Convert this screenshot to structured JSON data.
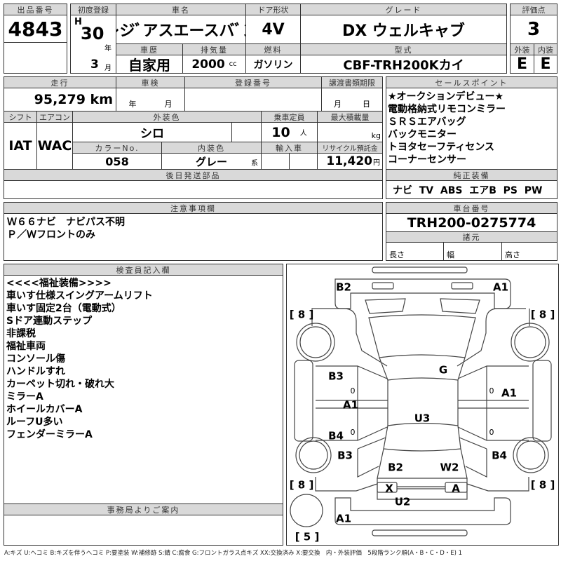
{
  "lot": {
    "label": "出品番号",
    "value": "4843"
  },
  "first_reg": {
    "label": "初度登録",
    "era": "H",
    "year": "30",
    "year_unit": "年",
    "month": "3",
    "month_unit": "月"
  },
  "car_name": {
    "label": "車名",
    "value": "レジﾞアスエースバﾞン"
  },
  "door": {
    "label": "ドア形状",
    "value": "4V"
  },
  "grade": {
    "label": "グレード",
    "value": "DX ウェルキャブ"
  },
  "score": {
    "label": "評価点",
    "value": "3",
    "exterior_label": "外装",
    "interior_label": "内装",
    "exterior": "E",
    "interior": "E"
  },
  "history": {
    "label": "車歴",
    "value": "自家用"
  },
  "displacement": {
    "label": "排気量",
    "value": "2000",
    "unit": "cc"
  },
  "fuel": {
    "label": "燃料",
    "value": "ガソリン"
  },
  "model": {
    "label": "型式",
    "value": "CBF-TRH200Kカイ"
  },
  "mileage": {
    "label": "走行",
    "value": "95,279 km"
  },
  "inspection": {
    "label": "車検",
    "year_unit": "年",
    "month_unit": "月"
  },
  "reg_no": {
    "label": "登録番号",
    "value": ""
  },
  "transfer": {
    "label": "譲渡書類期限",
    "month_unit": "月",
    "day_unit": "日"
  },
  "shift": {
    "label": "シフト",
    "value": "IAT"
  },
  "ac": {
    "label": "エアコン",
    "value": "WAC"
  },
  "ext_color": {
    "label": "外装色",
    "value": "シロ"
  },
  "capacity": {
    "label": "乗車定員",
    "value": "10",
    "unit": "人"
  },
  "max_load": {
    "label": "最大積載量",
    "unit": "kg"
  },
  "color_no": {
    "label": "カラーNo.",
    "value": "058"
  },
  "int_color": {
    "label": "内装色",
    "value": "グレー",
    "unit": "系"
  },
  "import": {
    "label": "輸入車"
  },
  "recycle": {
    "label": "リサイクル預託金",
    "value": "11,420",
    "unit": "円"
  },
  "later_parts": {
    "label": "後日発送部品"
  },
  "sales_points": {
    "label": "セールスポイント",
    "items": [
      "★オークションデビュー★",
      "電動格納式リモコンミラー",
      "ＳＲＳエアバッグ",
      "バックモニター",
      "トヨタセーフティセンス",
      "コーナーセンサー"
    ]
  },
  "equipment": {
    "label": "純正装備",
    "value": "ナビ  TV  ABS  エアB  PS  PW"
  },
  "notes": {
    "label": "注意事項欄",
    "lines": [
      "Ｗ６６ナビ　ナビパス不明",
      "Ｐ／Ｗフロントのみ"
    ]
  },
  "chassis": {
    "label": "車台番号",
    "value": "TRH200-0275774"
  },
  "specs": {
    "label": "諸元",
    "length": "長さ",
    "width": "幅",
    "height": "高さ"
  },
  "inspector": {
    "label": "検査員記入欄",
    "lines": [
      "<<<<福祉装備>>>>",
      "車いす仕様スイングアームリフト",
      "車いす固定2台（電動式）",
      "Sドア連動ステップ",
      "非課税",
      "福祉車両",
      "コンソール傷",
      "ハンドルすれ",
      "カーペット切れ・破れ大",
      "ミラーA",
      "ホイールカバーA",
      "ルーフU多い",
      "フェンダーミラーA"
    ]
  },
  "office": {
    "label": "事務局よりご案内"
  },
  "diagram": {
    "marks": [
      "B2",
      "A1",
      "G",
      "B3",
      "A1",
      "A1",
      "U3",
      "B4",
      "B3",
      "B4",
      "B2",
      "W2",
      "X",
      "A",
      "U2",
      "A1"
    ],
    "tires": [
      "[ 8 ]",
      "[ 8 ]",
      "[ 8 ]",
      "[ 8 ]",
      "[ 5 ]"
    ],
    "zeros": [
      "0",
      "0",
      "0",
      "0"
    ]
  },
  "legend": "A:キズ U:ヘコミ B:キズを伴うヘコミ P:要塗装 W:補修跡 S:錆 C:腐食 G:フロントガラス点キズ XX:交換済み X:要交換　内・外装評価　5段階ランク順(A・B・C・D・E) 1"
}
